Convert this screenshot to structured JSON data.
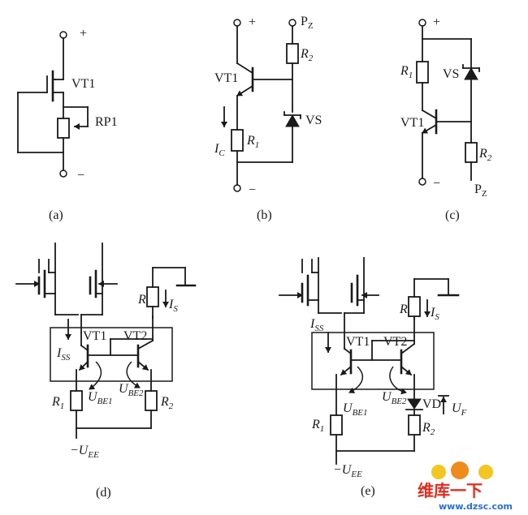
{
  "labels": {
    "plus": "+",
    "minus": "−",
    "vt1": "VT1",
    "vt2": "VT2",
    "rp1": "RP1",
    "vs": "VS",
    "vd": "VD",
    "r": "R",
    "r1_main": "R",
    "r1_sub": "1",
    "r2_main": "R",
    "r2_sub": "2",
    "pz_main": "P",
    "pz_sub": "Z",
    "ic_main": "I",
    "ic_sub": "C",
    "is_main": "I",
    "is_sub": "S",
    "iss_main": "I",
    "iss_sub": "SS",
    "ube1_main": "U",
    "ube1_sub": "BE1",
    "ube2_main": "U",
    "ube2_sub": "BE2",
    "uf_main": "U",
    "uf_sub": "F",
    "uee_main": "−U",
    "uee_sub": "EE"
  },
  "captions": {
    "a": "(a)",
    "b": "(b)",
    "c": "(c)",
    "d": "(d)",
    "e": "(e)"
  },
  "watermark": {
    "brand": "维库一下",
    "url": "www.dzsc.com"
  }
}
